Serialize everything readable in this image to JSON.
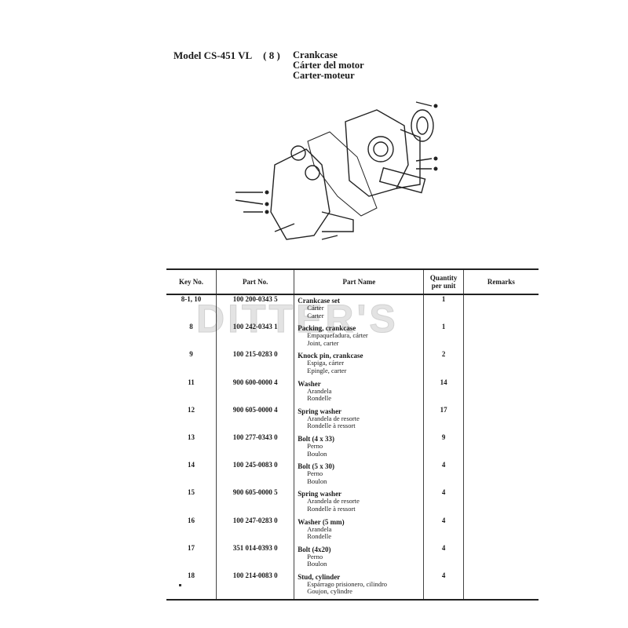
{
  "header": {
    "model": "Model CS-451 VL",
    "section": "( 8 )",
    "titles": [
      "Crankcase",
      "Cárter del motor",
      "Carter-moteur"
    ]
  },
  "watermark": "DITTER'S",
  "table": {
    "headers": {
      "key": "Key No.",
      "part": "Part No.",
      "name": "Part Name",
      "qty_1": "Quantity",
      "qty_2": "per unit",
      "remarks": "Remarks"
    },
    "rows": [
      {
        "key": "8-1, 10",
        "part": "100 200-0343 5",
        "name": "Crankcase set",
        "subs": [
          "Cárter",
          "Carter"
        ],
        "qty": "1"
      },
      {
        "key": "8",
        "part": "100 242-0343 1",
        "name": "Packing, crankcase",
        "subs": [
          "Empaquefadura, cárter",
          "Joint, carter"
        ],
        "qty": "1"
      },
      {
        "key": "9",
        "part": "100 215-0283 0",
        "name": "Knock pin, crankcase",
        "subs": [
          "Espiga, cárter",
          "Epingle, carter"
        ],
        "qty": "2"
      },
      {
        "key": "11",
        "part": "900 600-0000 4",
        "name": "Washer",
        "subs": [
          "Arandela",
          "Rondelle"
        ],
        "qty": "14"
      },
      {
        "key": "12",
        "part": "900 605-0000 4",
        "name": "Spring washer",
        "subs": [
          "Arandela de resorte",
          "Rondelle à ressort"
        ],
        "qty": "17"
      },
      {
        "key": "13",
        "part": "100 277-0343 0",
        "name": "Bolt (4 x 33)",
        "subs": [
          "Perno",
          "Boulon"
        ],
        "qty": "9"
      },
      {
        "key": "14",
        "part": "100 245-0083 0",
        "name": "Bolt (5 x 30)",
        "subs": [
          "Perno",
          "Boulon"
        ],
        "qty": "4"
      },
      {
        "key": "15",
        "part": "900 605-0000 5",
        "name": "Spring washer",
        "subs": [
          "Arandela de resorte",
          "Rondelle à ressort"
        ],
        "qty": "4"
      },
      {
        "key": "16",
        "part": "100 247-0283 0",
        "name": "Washer (5 mm)",
        "subs": [
          "Arandela",
          "Rondelle"
        ],
        "qty": "4"
      },
      {
        "key": "17",
        "part": "351 014-0393 0",
        "name": "Bolt (4x20)",
        "subs": [
          "Perno",
          "Boulon"
        ],
        "qty": "4"
      },
      {
        "key": "18",
        "part": "100 214-0083 0",
        "name": "Stud, cylinder",
        "subs": [
          "Espárrago prisionero, cilindro",
          "Goujon, cylindre"
        ],
        "qty": "4"
      }
    ]
  }
}
